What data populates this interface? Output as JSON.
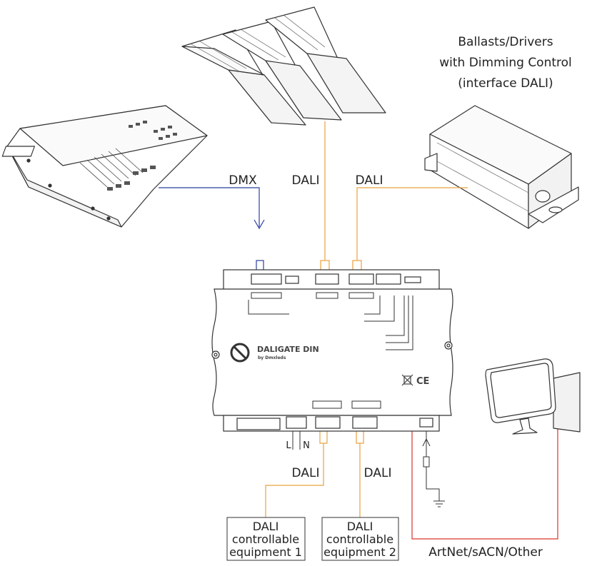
{
  "ballasts": {
    "line1": "Ballasts/Drivers",
    "line2": "with Dimming Control",
    "line3": "(interface DALI)"
  },
  "wires": {
    "dmx": "DMX",
    "dali_top_1": "DALI",
    "dali_top_2": "DALI",
    "dali_bottom_1": "DALI",
    "dali_bottom_2": "DALI"
  },
  "device": {
    "brand": "DALIGATE DIN",
    "sub": "by Dmxleds",
    "ce": "CE",
    "power_l": "L",
    "power_n": "N"
  },
  "equipment1": {
    "line1": "DALI",
    "line2": "controllable",
    "line3": "equipment 1"
  },
  "equipment2": {
    "line1": "DALI",
    "line2": "controllable",
    "line3": "equipment 2"
  },
  "network": "ArtNet/sACN/Other",
  "colors": {
    "dmx": "#2b3fa0",
    "dali": "#e8a23c",
    "ethernet": "#d9342b",
    "outline": "#333333"
  }
}
